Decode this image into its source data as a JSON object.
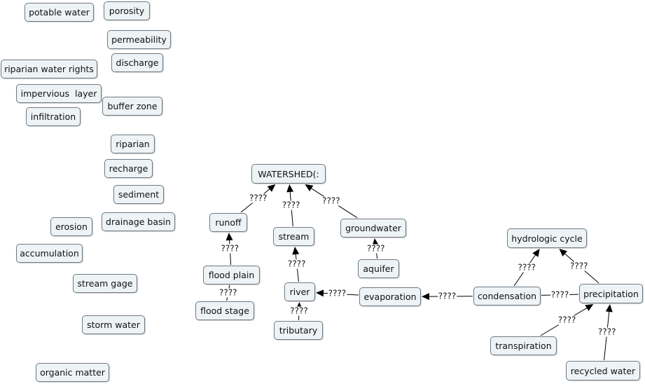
{
  "concepts": {
    "potable_water": "potable water",
    "porosity": "porosity",
    "permeability": "permeability",
    "riparian_water_rights": "riparian water rights",
    "discharge": "discharge",
    "impervious_layer": "impervious  layer",
    "buffer_zone": "buffer zone",
    "infiltration": "infiltration",
    "riparian": "riparian",
    "recharge": "recharge",
    "sediment": "sediment",
    "drainage_basin": "drainage basin",
    "erosion": "erosion",
    "accumulation": "accumulation",
    "stream_gage": "stream gage",
    "storm_water": "storm water",
    "organic_matter": "organic matter",
    "watershed": "WATERSHED(:",
    "runoff": "runoff",
    "stream": "stream",
    "groundwater": "groundwater",
    "flood_plain": "flood plain",
    "flood_stage": "flood stage",
    "river": "river",
    "tributary": "tributary",
    "aquifer": "aquifer",
    "evaporation": "evaporation",
    "condensation": "condensation",
    "precipitation": "precipitation",
    "hydrologic_cycle": "hydrologic cycle",
    "transpiration": "transpiration",
    "recycled_water": "recycled water"
  },
  "links": [
    {
      "from": "runoff",
      "to": "watershed",
      "label": "????",
      "arrow": true
    },
    {
      "from": "stream",
      "to": "watershed",
      "label": "????",
      "arrow": true
    },
    {
      "from": "groundwater",
      "to": "watershed",
      "label": "????",
      "arrow": true
    },
    {
      "from": "flood_plain",
      "to": "runoff",
      "label": "????",
      "arrow": true
    },
    {
      "from": "river",
      "to": "stream",
      "label": "????",
      "arrow": true
    },
    {
      "from": "aquifer",
      "to": "groundwater",
      "label": "????",
      "arrow": true
    },
    {
      "from": "flood_stage",
      "to": "flood_plain",
      "label": "????",
      "arrow": false
    },
    {
      "from": "tributary",
      "to": "river",
      "label": "????",
      "arrow": true
    },
    {
      "from": "evaporation",
      "to": "river",
      "label": "????",
      "arrow": true
    },
    {
      "from": "condensation",
      "to": "evaporation",
      "label": "????",
      "arrow": true
    },
    {
      "from": "precipitation",
      "to": "condensation",
      "label": "????",
      "arrow": false
    },
    {
      "from": "condensation",
      "to": "hydrologic_cycle",
      "label": "????",
      "arrow": true
    },
    {
      "from": "precipitation",
      "to": "hydrologic_cycle",
      "label": "????",
      "arrow": true
    },
    {
      "from": "transpiration",
      "to": "precipitation",
      "label": "????",
      "arrow": true
    },
    {
      "from": "recycled_water",
      "to": "precipitation",
      "label": "????",
      "arrow": true
    }
  ],
  "colors": {
    "node_fill": "#eef3f6",
    "node_border": "#6e7a82",
    "link": "#000000",
    "background": "#ffffff"
  }
}
